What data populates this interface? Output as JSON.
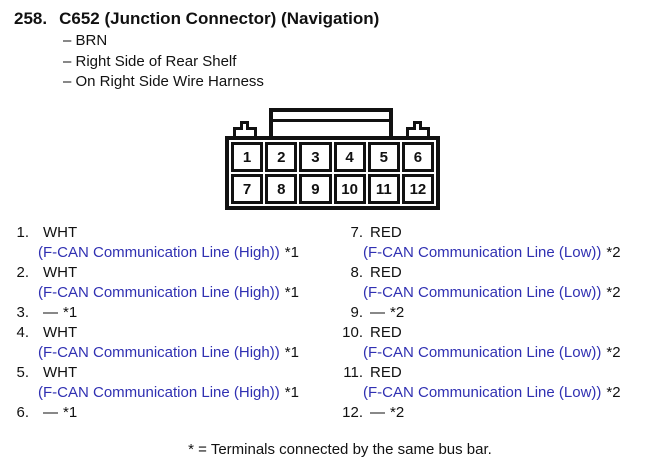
{
  "colors": {
    "ink": "#111111",
    "function_text": "#3030b2",
    "paper": "#ffffff"
  },
  "header": {
    "number": "258.",
    "title": "C652 (Junction Connector) (Navigation)",
    "bullets": [
      "– BRN",
      "– Right Side of Rear Shelf",
      "– On Right Side Wire Harness"
    ]
  },
  "connector": {
    "pins_top": [
      "1",
      "2",
      "3",
      "4",
      "5",
      "6"
    ],
    "pins_bottom": [
      "7",
      "8",
      "9",
      "10",
      "11",
      "12"
    ]
  },
  "pins": {
    "left": [
      {
        "num": "1.",
        "color": "WHT",
        "color_note": "",
        "desc": "(F-CAN Communication Line (High))",
        "desc_note": "*1"
      },
      {
        "num": "2.",
        "color": "WHT",
        "color_note": "",
        "desc": "(F-CAN Communication Line (High))",
        "desc_note": "*1"
      },
      {
        "num": "3.",
        "color": "—",
        "color_note": "*1",
        "desc": "",
        "desc_note": ""
      },
      {
        "num": "4.",
        "color": "WHT",
        "color_note": "",
        "desc": "(F-CAN Communication Line (High))",
        "desc_note": "*1"
      },
      {
        "num": "5.",
        "color": "WHT",
        "color_note": "",
        "desc": "(F-CAN Communication Line (High))",
        "desc_note": "*1"
      },
      {
        "num": "6.",
        "color": "—",
        "color_note": "*1",
        "desc": "",
        "desc_note": ""
      }
    ],
    "right": [
      {
        "num": "7.",
        "color": "RED",
        "color_note": "",
        "desc": "(F-CAN Communication Line (Low))",
        "desc_note": "*2"
      },
      {
        "num": "8.",
        "color": "RED",
        "color_note": "",
        "desc": "(F-CAN Communication Line (Low))",
        "desc_note": "*2"
      },
      {
        "num": "9.",
        "color": "—",
        "color_note": "*2",
        "desc": "",
        "desc_note": ""
      },
      {
        "num": "10.",
        "color": "RED",
        "color_note": "",
        "desc": "(F-CAN Communication Line (Low))",
        "desc_note": "*2"
      },
      {
        "num": "11.",
        "color": "RED",
        "color_note": "",
        "desc": "(F-CAN Communication Line (Low))",
        "desc_note": "*2"
      },
      {
        "num": "12.",
        "color": "—",
        "color_note": "*2",
        "desc": "",
        "desc_note": ""
      }
    ]
  },
  "footnote": "* = Terminals connected by the same bus bar."
}
